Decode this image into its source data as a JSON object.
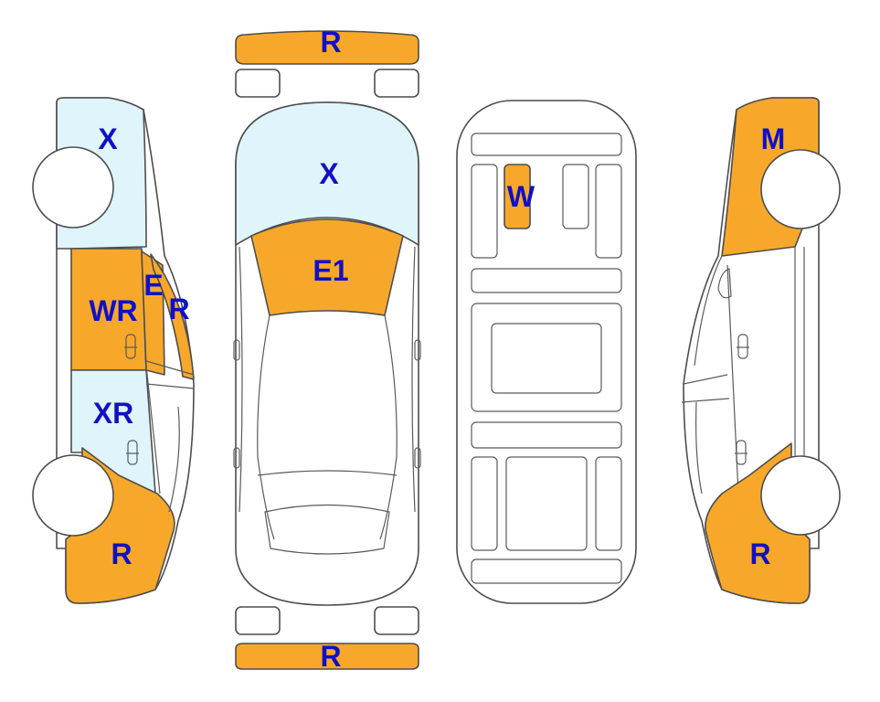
{
  "colors": {
    "damaged": "#f7a82b",
    "glass": "#dff4fb",
    "body": "#ffffff",
    "outline": "#4d4d4d",
    "label": "#1010c8"
  },
  "labels": {
    "rear_bumper": "R",
    "front_bumper": "R",
    "roof_top": "X",
    "hood": "E1",
    "trunk_floor": "W",
    "left_rear_quarter": "X",
    "left_rear_pillar": "E",
    "left_rear_glass": "R",
    "left_rear_door": "WR",
    "left_front_door": "XR",
    "left_front_fender": "R",
    "right_rear_quarter": "M",
    "right_front_fender": "R"
  }
}
